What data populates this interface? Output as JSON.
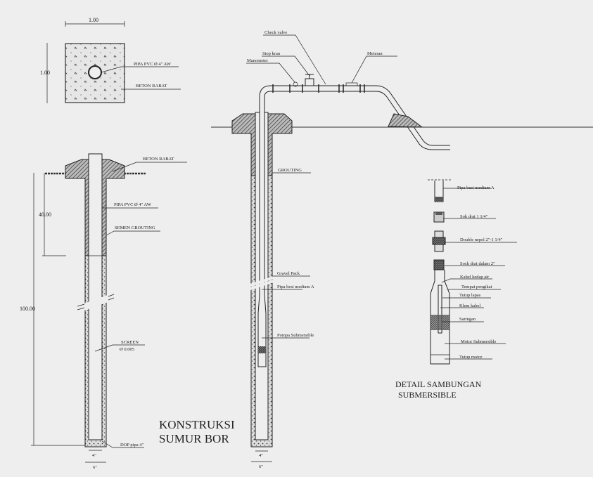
{
  "plan": {
    "dim_top": "1.00",
    "dim_left": "1.00",
    "pipe_label": "PIPA PVC Ø 4\" AW",
    "concrete_label": "BETON RABAT"
  },
  "left_well": {
    "labels": {
      "beton": "BETON RABAT",
      "pipa": "PIPA PVC Ø 4\" AW",
      "grouting": "SEMEN GROUTING",
      "screen": "SCREEN",
      "screen_size": "Ø 0.005",
      "dop": "DOP pipa 4\""
    },
    "dims": {
      "total": "100.00",
      "grout": "40.00",
      "inner": "4\"",
      "outer": "6\""
    }
  },
  "title": {
    "line1": "KONSTRUKSI",
    "line2": "SUMUR BOR"
  },
  "middle_well": {
    "labels": {
      "check_valve": "Check valve",
      "stop_kran": "Stop kran",
      "manometer": "Manometer",
      "meteran": "Meteran",
      "grouting": "GROUTING",
      "gravel": "Gravel Pack",
      "pipa": "Pipa besi medium A",
      "pompa": "Pompa Submersible"
    },
    "dims": {
      "inner": "4\"",
      "outer": "6\""
    }
  },
  "detail": {
    "labels": [
      "Pipa besi medium A",
      "Sok drat 1 1/4\"",
      "Double nepel 2\"-1 1/4\"",
      "Sock drat dalam 2\"",
      "Kabel kedap air",
      "Tempat pengikat",
      "Tutup lapas",
      "Klem kabel",
      "Saringan",
      "Motor Submersible",
      "Tutup motor"
    ],
    "title1": "DETAIL SAMBUNGAN",
    "title2": "SUBMERSIBLE"
  }
}
